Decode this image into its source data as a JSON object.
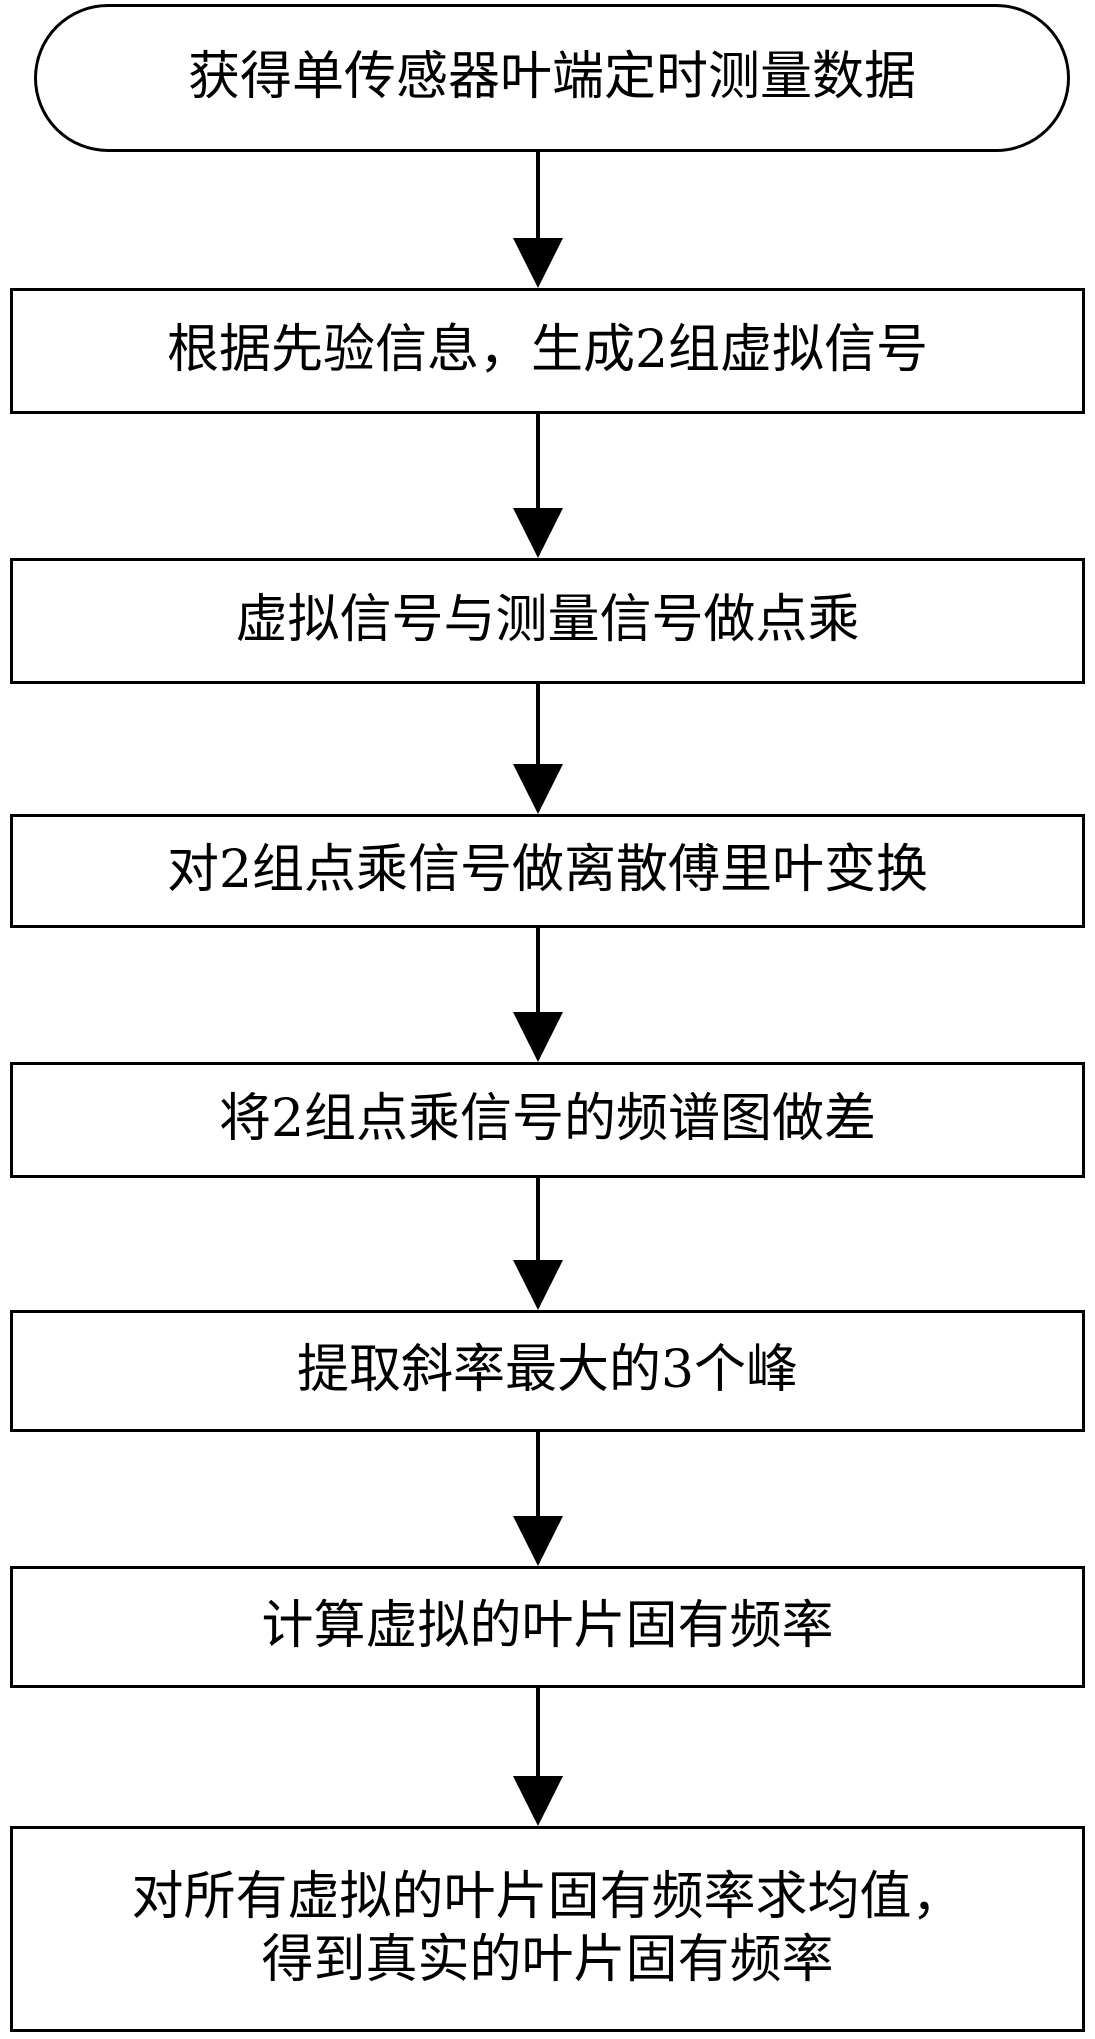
{
  "flowchart": {
    "steps": [
      {
        "id": "step-1",
        "kind": "terminal",
        "lines": [
          "获得单传感器叶端定时测量数据"
        ]
      },
      {
        "id": "step-2",
        "kind": "process",
        "lines": [
          "根据先验信息，生成2组虚拟信号"
        ]
      },
      {
        "id": "step-3",
        "kind": "process",
        "lines": [
          "虚拟信号与测量信号做点乘"
        ]
      },
      {
        "id": "step-4",
        "kind": "process",
        "lines": [
          "对2组点乘信号做离散傅里叶变换"
        ]
      },
      {
        "id": "step-5",
        "kind": "process",
        "lines": [
          "将2组点乘信号的频谱图做差"
        ]
      },
      {
        "id": "step-6",
        "kind": "process",
        "lines": [
          "提取斜率最大的3个峰"
        ]
      },
      {
        "id": "step-7",
        "kind": "process",
        "lines": [
          "计算虚拟的叶片固有频率"
        ]
      },
      {
        "id": "step-8",
        "kind": "process",
        "lines": [
          "对所有虚拟的叶片固有频率求均值，",
          "得到真实的叶片固有频率"
        ]
      }
    ],
    "connectors": [
      {
        "from": "step-1",
        "to": "step-2"
      },
      {
        "from": "step-2",
        "to": "step-3"
      },
      {
        "from": "step-3",
        "to": "step-4"
      },
      {
        "from": "step-4",
        "to": "step-5"
      },
      {
        "from": "step-5",
        "to": "step-6"
      },
      {
        "from": "step-6",
        "to": "step-7"
      },
      {
        "from": "step-7",
        "to": "step-8"
      }
    ]
  },
  "colors": {
    "stroke": "#000000",
    "background": "#ffffff",
    "text": "#000000"
  }
}
